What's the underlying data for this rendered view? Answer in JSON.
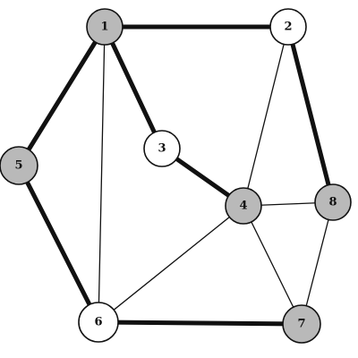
{
  "graph": {
    "colors": {
      "shaded_fill": "#b9b9b9",
      "plain_fill": "#ffffff",
      "stroke": "#111111"
    },
    "nodes": [
      {
        "id": "1",
        "label": "1",
        "shaded": true
      },
      {
        "id": "2",
        "label": "2",
        "shaded": false
      },
      {
        "id": "3",
        "label": "3",
        "shaded": false
      },
      {
        "id": "4",
        "label": "4",
        "shaded": true
      },
      {
        "id": "5",
        "label": "5",
        "shaded": true
      },
      {
        "id": "6",
        "label": "6",
        "shaded": false
      },
      {
        "id": "7",
        "label": "7",
        "shaded": true
      },
      {
        "id": "8",
        "label": "8",
        "shaded": true
      }
    ],
    "edges": [
      {
        "from": "1",
        "to": "2",
        "thick": true
      },
      {
        "from": "1",
        "to": "5",
        "thick": true
      },
      {
        "from": "1",
        "to": "3",
        "thick": true
      },
      {
        "from": "1",
        "to": "6",
        "thick": false
      },
      {
        "from": "3",
        "to": "4",
        "thick": true
      },
      {
        "from": "2",
        "to": "8",
        "thick": true
      },
      {
        "from": "2",
        "to": "4",
        "thick": false
      },
      {
        "from": "5",
        "to": "6",
        "thick": true
      },
      {
        "from": "6",
        "to": "4",
        "thick": false
      },
      {
        "from": "6",
        "to": "7",
        "thick": true
      },
      {
        "from": "4",
        "to": "8",
        "thick": false
      },
      {
        "from": "4",
        "to": "7",
        "thick": false
      },
      {
        "from": "8",
        "to": "7",
        "thick": false
      }
    ]
  }
}
